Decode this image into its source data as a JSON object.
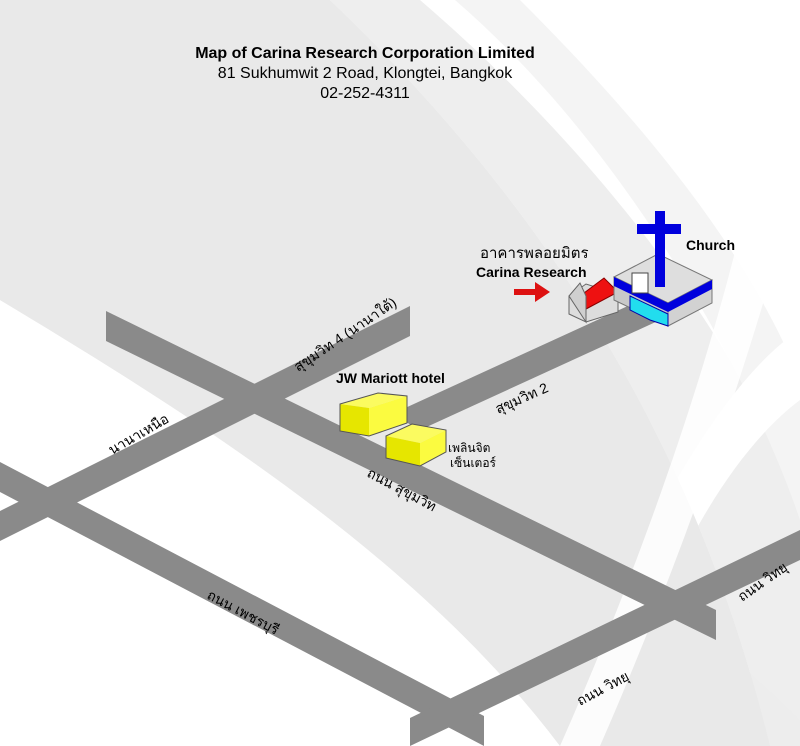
{
  "header": {
    "title": "Map of Carina Research Corporation Limited",
    "address": "81 Sukhumwit 2 Road, Klongtei, Bangkok",
    "phone": "02-252-4311"
  },
  "roads": {
    "sukhumvit_4": "สุขุมวิท 4 (นานาใต้)",
    "sukhumvit_2": "สุขุมวิท 2",
    "nana_nua": "นานาเหนือ",
    "sukhumvit_road": "ถนน สุขุมวิท",
    "phetchaburi_road": "ถนน เพชรบุรี",
    "wireless_road_lower": "ถนน วิทยุ",
    "wireless_road_upper": "ถนน วิทยุ"
  },
  "landmarks": {
    "building_thai": "อาคารพลอยมิตร",
    "carina": "Carina Research",
    "church": "Church",
    "jw_marriott": "JW Mariott hotel",
    "ploenchit_line1": "เพลินจิต",
    "ploenchit_line2": "เซ็นเตอร์"
  },
  "colors": {
    "road": "#8a8a8a",
    "arc": "#e6e6e6",
    "building_yellow": "#f0f000",
    "roof_red": "#ee1111",
    "church_blue": "#0000dd",
    "church_cyan": "#22ddee",
    "arrow_red": "#dd1111"
  }
}
